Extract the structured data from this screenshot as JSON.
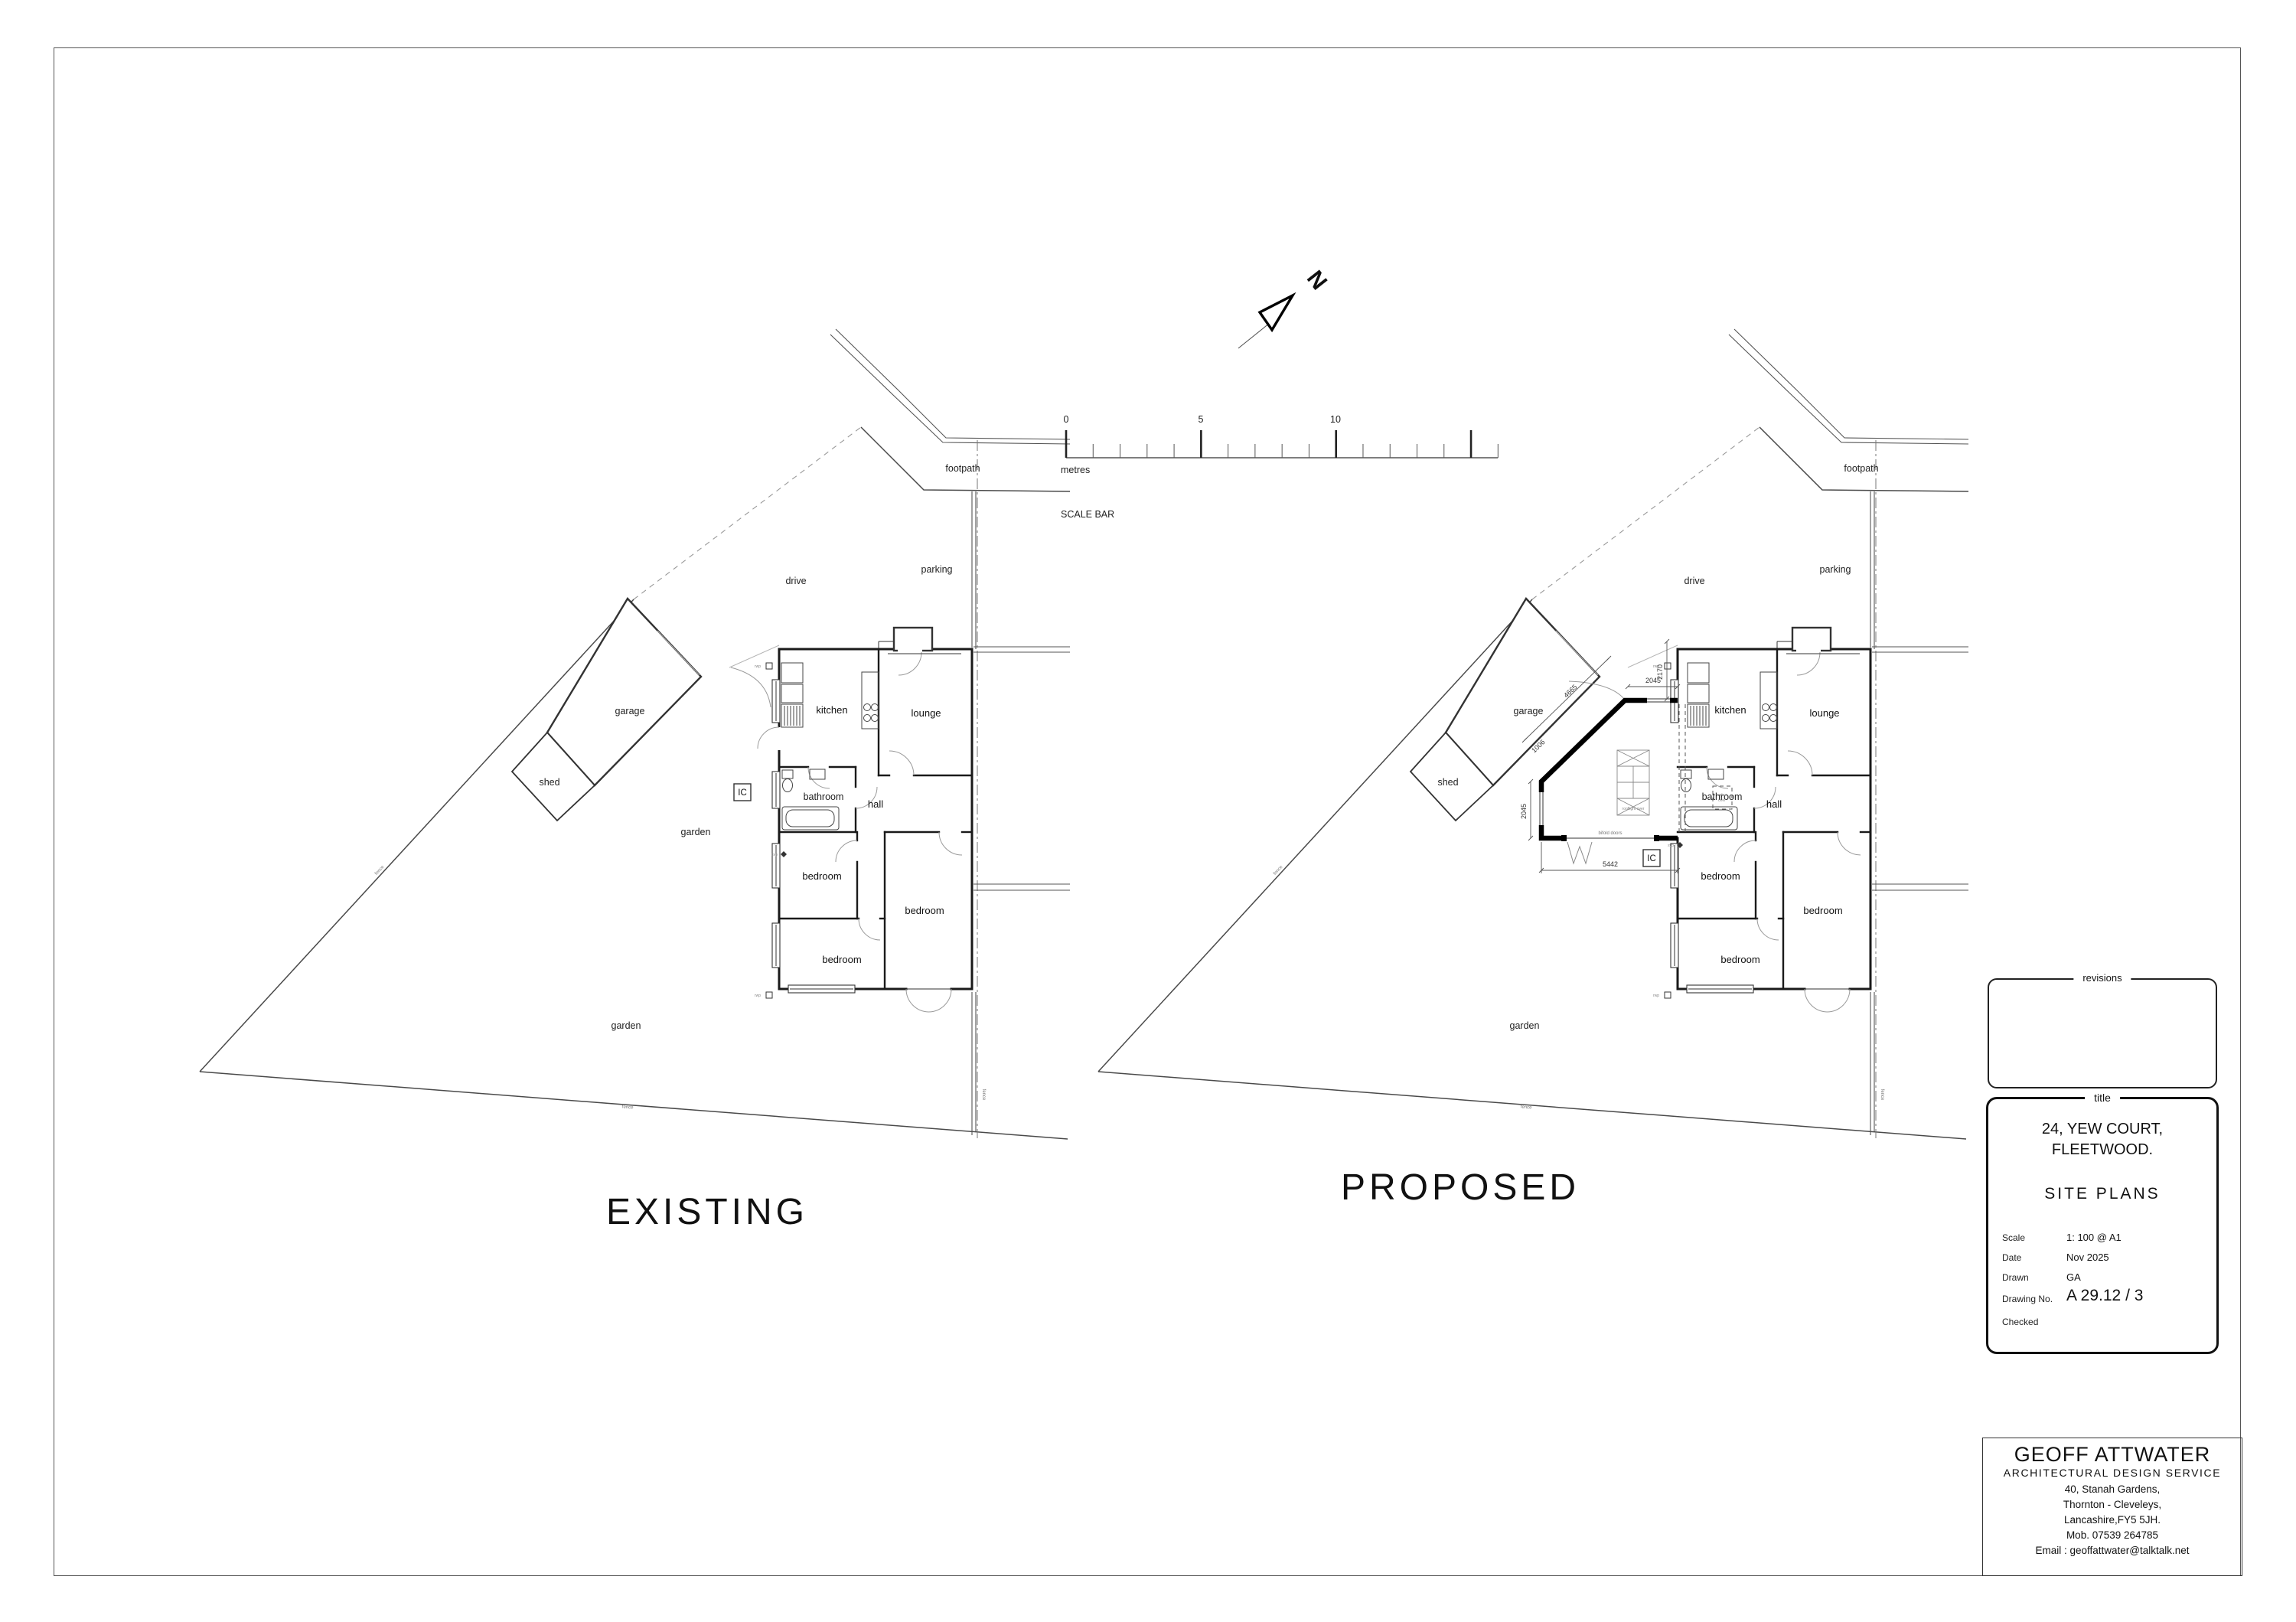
{
  "page": {
    "caption_existing": "EXISTING",
    "caption_proposed": "PROPOSED"
  },
  "scale_bar": {
    "ticks": [
      "0",
      "5",
      "10"
    ],
    "unit": "metres",
    "label": "SCALE BAR"
  },
  "north": {
    "letter": "N"
  },
  "labels": {
    "footpath": "footpath",
    "parking": "parking",
    "drive": "drive",
    "garage": "garage",
    "shed": "shed",
    "garden": "garden",
    "kitchen": "kitchen",
    "lounge": "lounge",
    "bathroom": "bathroom",
    "hall": "hall",
    "bedroom": "bedroom",
    "ic": "IC",
    "fence": "fence",
    "rwp": "rwp",
    "svp": "svp",
    "bifold": "bifold doors",
    "rooflight": "rooflight over",
    "velux_line1": "velux",
    "velux_line2": "over"
  },
  "dims": {
    "v_top": "2170",
    "h_top": "2045",
    "diag_long": "4665",
    "diag_short": "1006",
    "v_left": "2045",
    "h_bottom": "5442"
  },
  "title_block": {
    "revisions_label": "revisions",
    "title_label": "title",
    "project_line1": "24, YEW COURT,",
    "project_line2": "FLEETWOOD.",
    "doc_title": "SITE  PLANS",
    "fields": [
      {
        "label": "Scale",
        "value": "1: 100 @ A1"
      },
      {
        "label": "Date",
        "value": "Nov  2025"
      },
      {
        "label": "Drawn",
        "value": "GA"
      },
      {
        "label": "Drawing No.",
        "value": "A 29.12 / 3"
      },
      {
        "label": "Checked",
        "value": ""
      }
    ]
  },
  "company": {
    "name": "GEOFF ATTWATER",
    "tagline": "ARCHITECTURAL DESIGN SERVICE",
    "lines": [
      "40, Stanah Gardens,",
      "Thornton - Cleveleys,",
      "Lancashire,FY5 5JH.",
      "Mob. 07539 264785",
      "Email : geoffattwater@talktalk.net"
    ]
  }
}
